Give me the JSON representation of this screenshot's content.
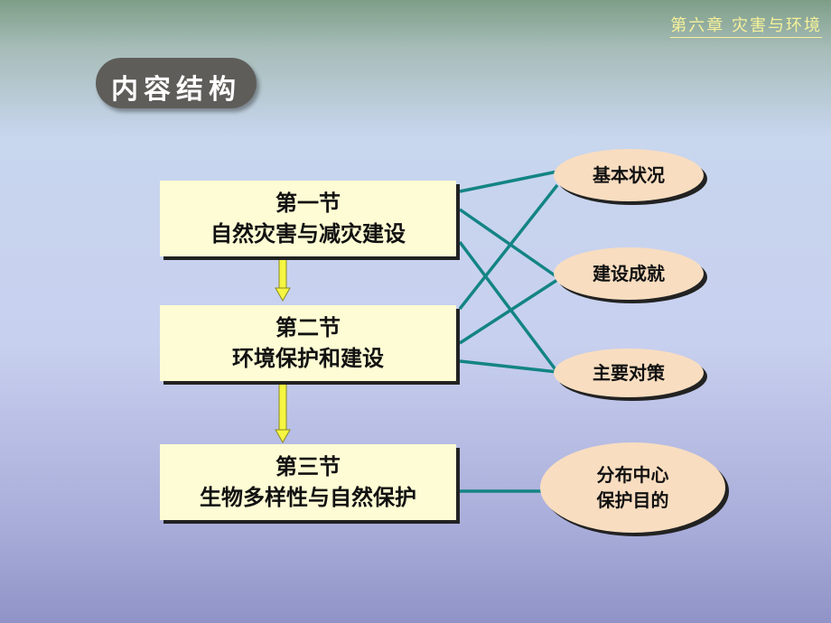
{
  "chapter_title": "第六章 灾害与环境",
  "content_title": "内容结构",
  "sections": [
    {
      "line1": "第一节",
      "line2": "自然灾害与减灾建设"
    },
    {
      "line1": "第二节",
      "line2": "环境保护和建设"
    },
    {
      "line1": "第三节",
      "line2": "生物多样性与自然保护"
    }
  ],
  "topics": [
    {
      "line1": "基本状况"
    },
    {
      "line1": "建设成就"
    },
    {
      "line1": "主要对策"
    },
    {
      "line1": "分布中心",
      "line2": "保护目的"
    }
  ],
  "colors": {
    "connector": "#138484",
    "arrow": "#f5f542",
    "section_fill": "#fdfcd4",
    "topic_fill": "#f8ddc0",
    "title_pill": "#5f5d59",
    "chapter_text": "#f6f19a"
  }
}
